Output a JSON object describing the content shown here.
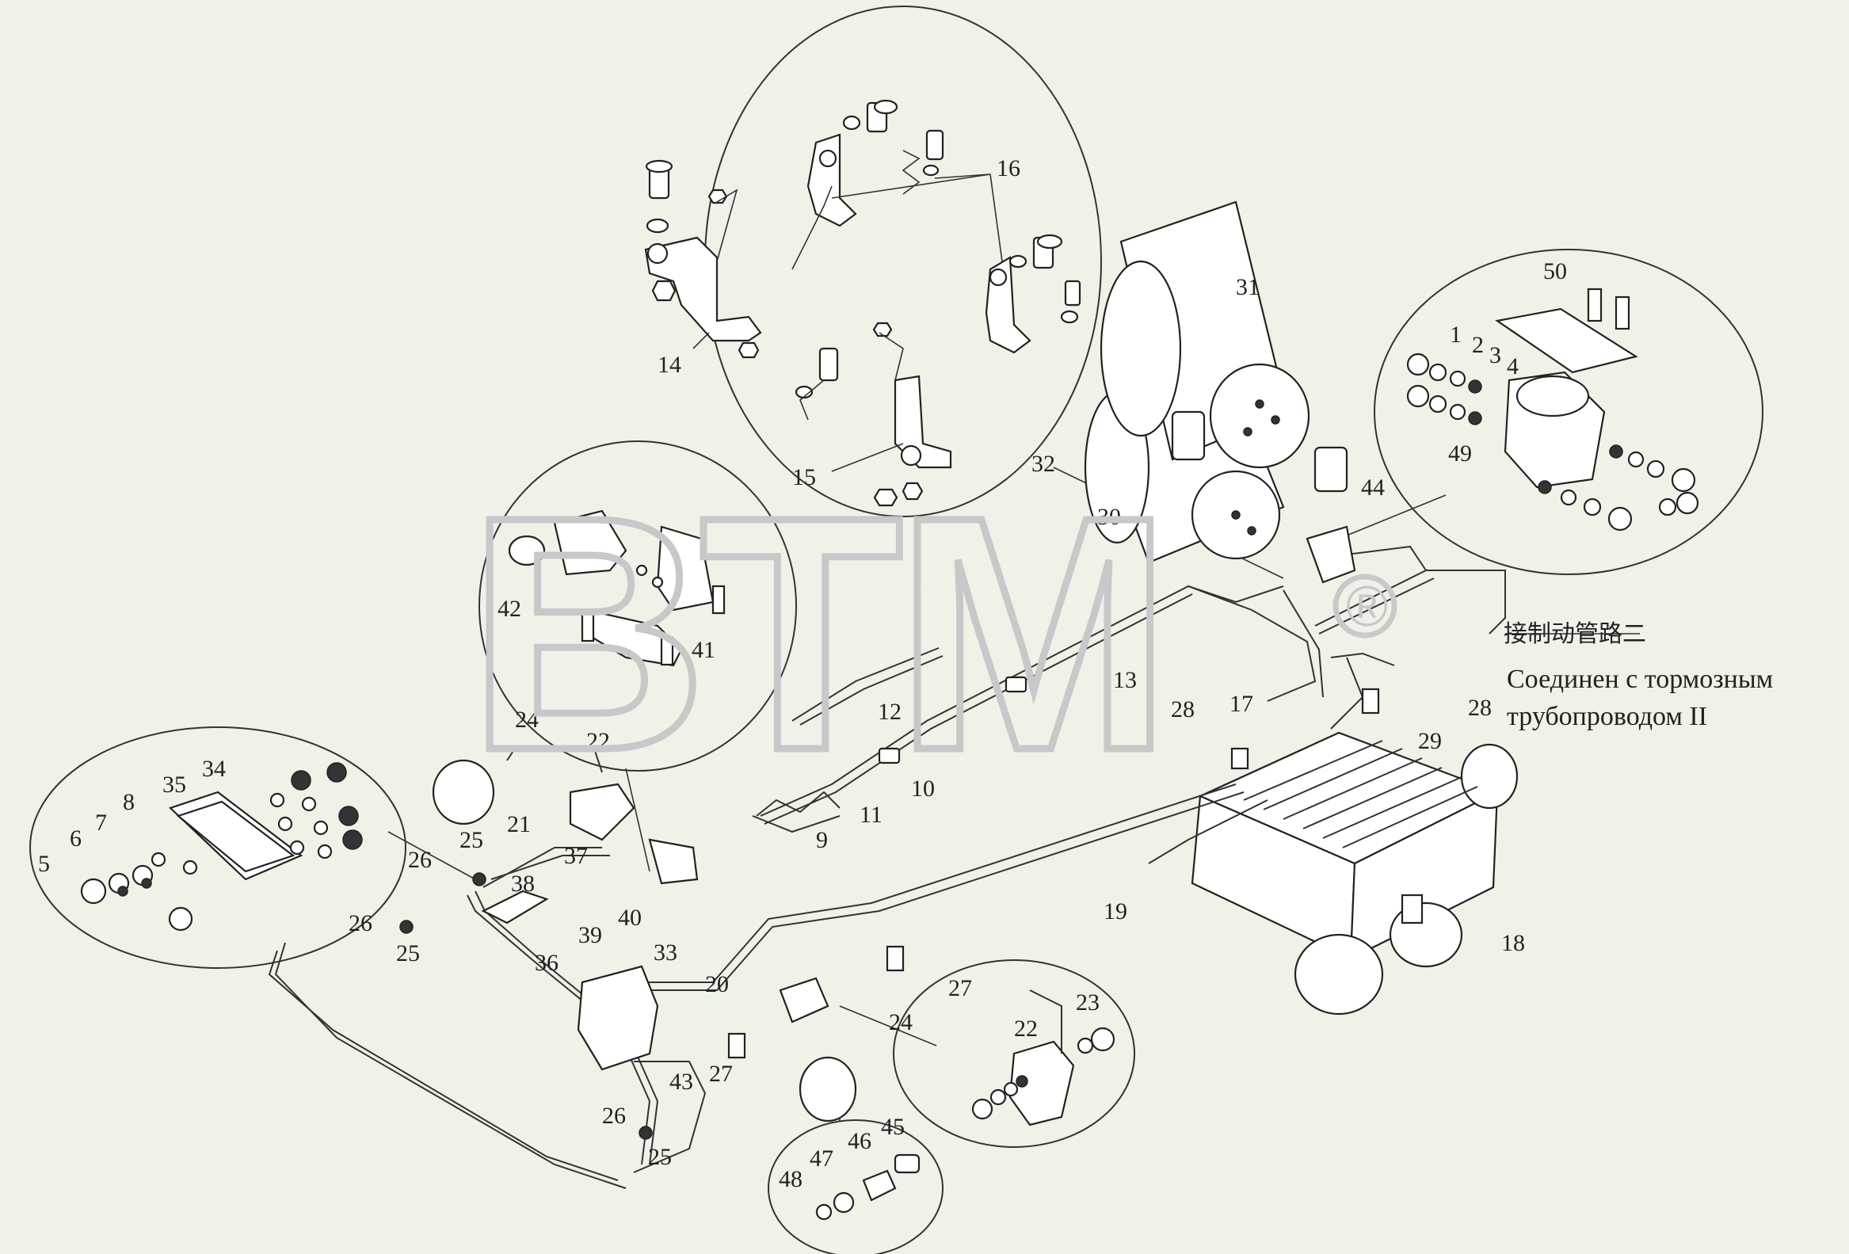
{
  "watermark": {
    "text": "BTM",
    "mark": "®"
  },
  "captions": {
    "chinese": "接制动管路二",
    "russian_line1": "Соединен с тормозным",
    "russian_line2": "трубопроводом II"
  },
  "callouts": [
    "1",
    "2",
    "3",
    "4",
    "5",
    "6",
    "7",
    "8",
    "9",
    "10",
    "11",
    "12",
    "13",
    "14",
    "15",
    "16",
    "17",
    "18",
    "19",
    "20",
    "21",
    "22",
    "23",
    "24",
    "25",
    "26",
    "27",
    "28",
    "29",
    "30",
    "31",
    "32",
    "33",
    "34",
    "35",
    "36",
    "37",
    "38",
    "39",
    "40",
    "41",
    "42",
    "43",
    "44",
    "45",
    "46",
    "47",
    "48",
    "49",
    "50"
  ],
  "colors": {
    "background": "#eef2e7",
    "line": "#333333",
    "watermark": "#c9c9c9"
  }
}
